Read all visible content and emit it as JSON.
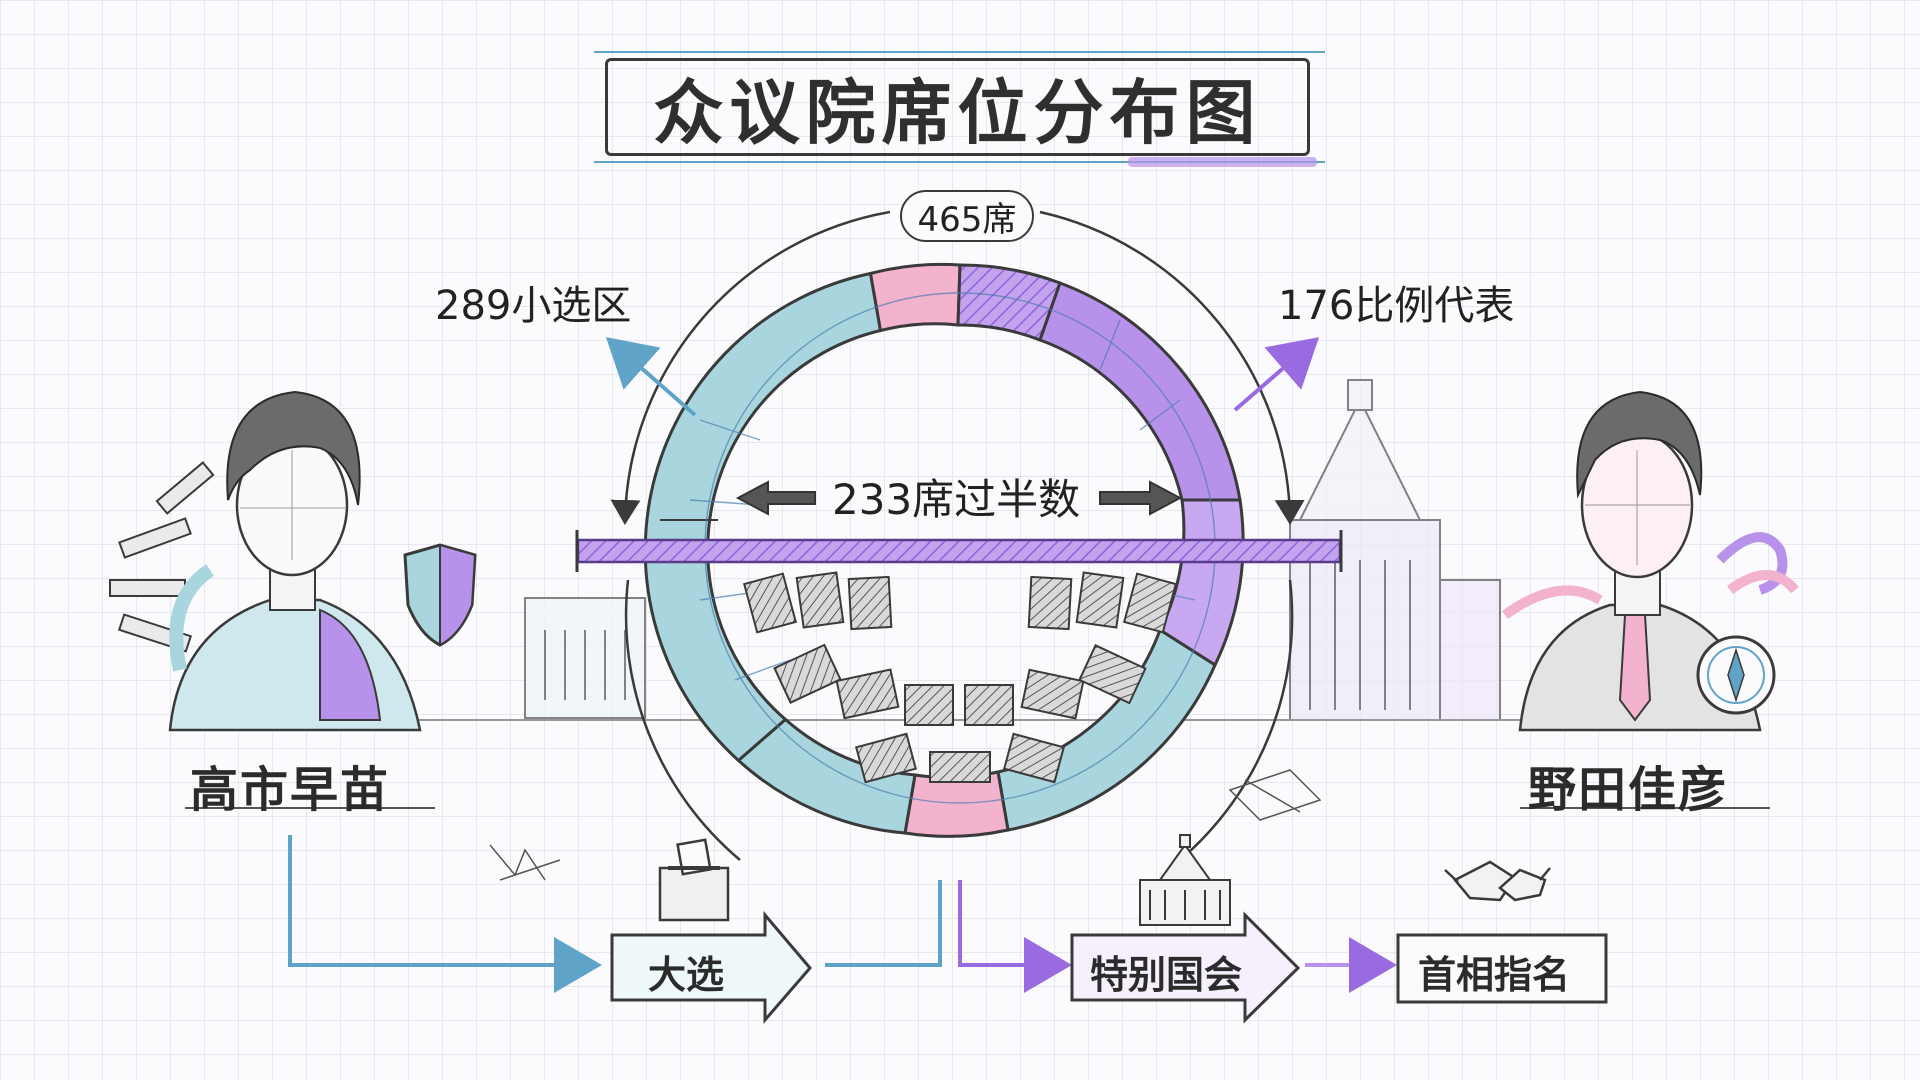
{
  "title": "众议院席位分布图",
  "chart_data": {
    "type": "diagram",
    "total_seats_label": "465席",
    "single_member_label": "289小选区",
    "proportional_label": "176比例代表",
    "majority_label": "233席过半数"
  },
  "people": {
    "left_name": "高市早苗",
    "right_name": "野田佳彦"
  },
  "process": {
    "step1": "大选",
    "step2": "特别国会",
    "step3": "首相指名"
  },
  "colors": {
    "teal": "#a9d6de",
    "pink": "#f3b3cf",
    "purple": "#b892ea",
    "outline": "#3a3a3a",
    "blue_accent": "#5fa4c8"
  },
  "icons": [
    "shield-icon",
    "ballot-box-icon",
    "diet-building-icon",
    "handshake-icon",
    "compass-icon",
    "wave-icon",
    "burst-icon"
  ]
}
